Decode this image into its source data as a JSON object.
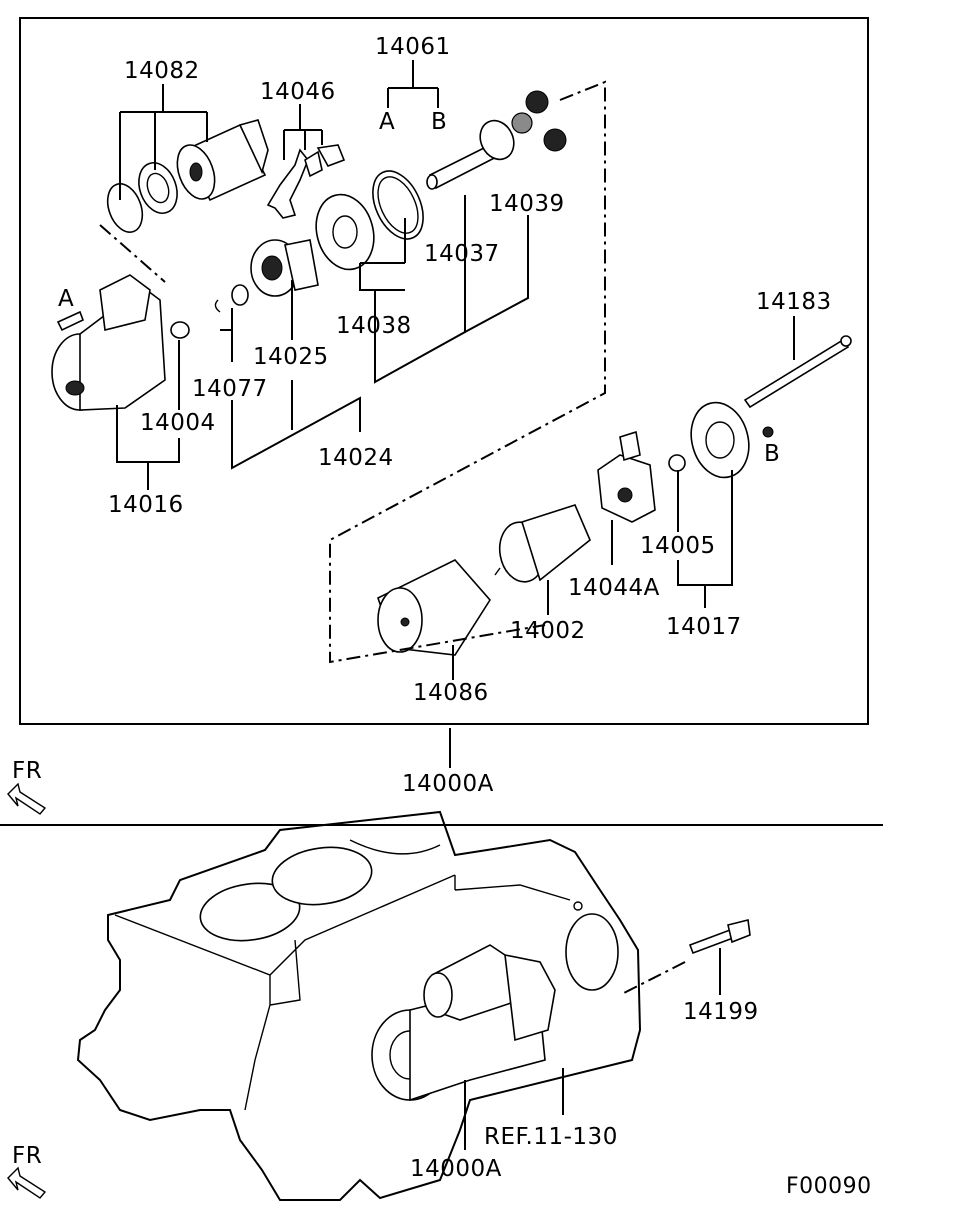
{
  "labels": {
    "p14061": "14061",
    "a_top": "A",
    "b_top": "B",
    "p14082": "14082",
    "p14046": "14046",
    "p14039": "14039",
    "p14037": "14037",
    "p14038": "14038",
    "p14025": "14025",
    "a_left": "A",
    "p14077": "14077",
    "p14004": "14004",
    "p14024": "14024",
    "p14016": "14016",
    "p14183": "14183",
    "b_right": "B",
    "p14005": "14005",
    "p14044A": "14044A",
    "p14017": "14017",
    "p14002": "14002",
    "p14086": "14086",
    "p14000A_top": "14000A",
    "fr_top": "FR",
    "p14199": "14199",
    "ref": "REF.11-130",
    "p14000A_bottom": "14000A",
    "fr_bottom": "FR",
    "code": "F00090"
  }
}
